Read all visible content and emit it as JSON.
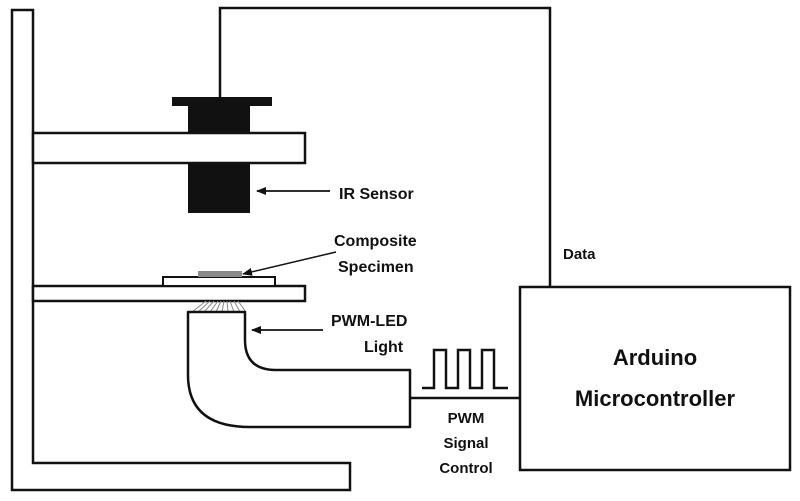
{
  "labels": {
    "ir_sensor": "IR Sensor",
    "composite_line1": "Composite",
    "composite_line2": "Specimen",
    "pwm_led_line1": "PWM-LED",
    "pwm_led_line2": "Light",
    "data": "Data",
    "arduino_line1": "Arduino",
    "arduino_line2": "Microcontroller",
    "pwm_line1": "PWM",
    "pwm_line2": "Signal",
    "pwm_line3": "Control"
  },
  "colors": {
    "stroke": "#111111",
    "sensor": "#111111",
    "specimen": "#8a8a8a",
    "background": "#ffffff"
  }
}
